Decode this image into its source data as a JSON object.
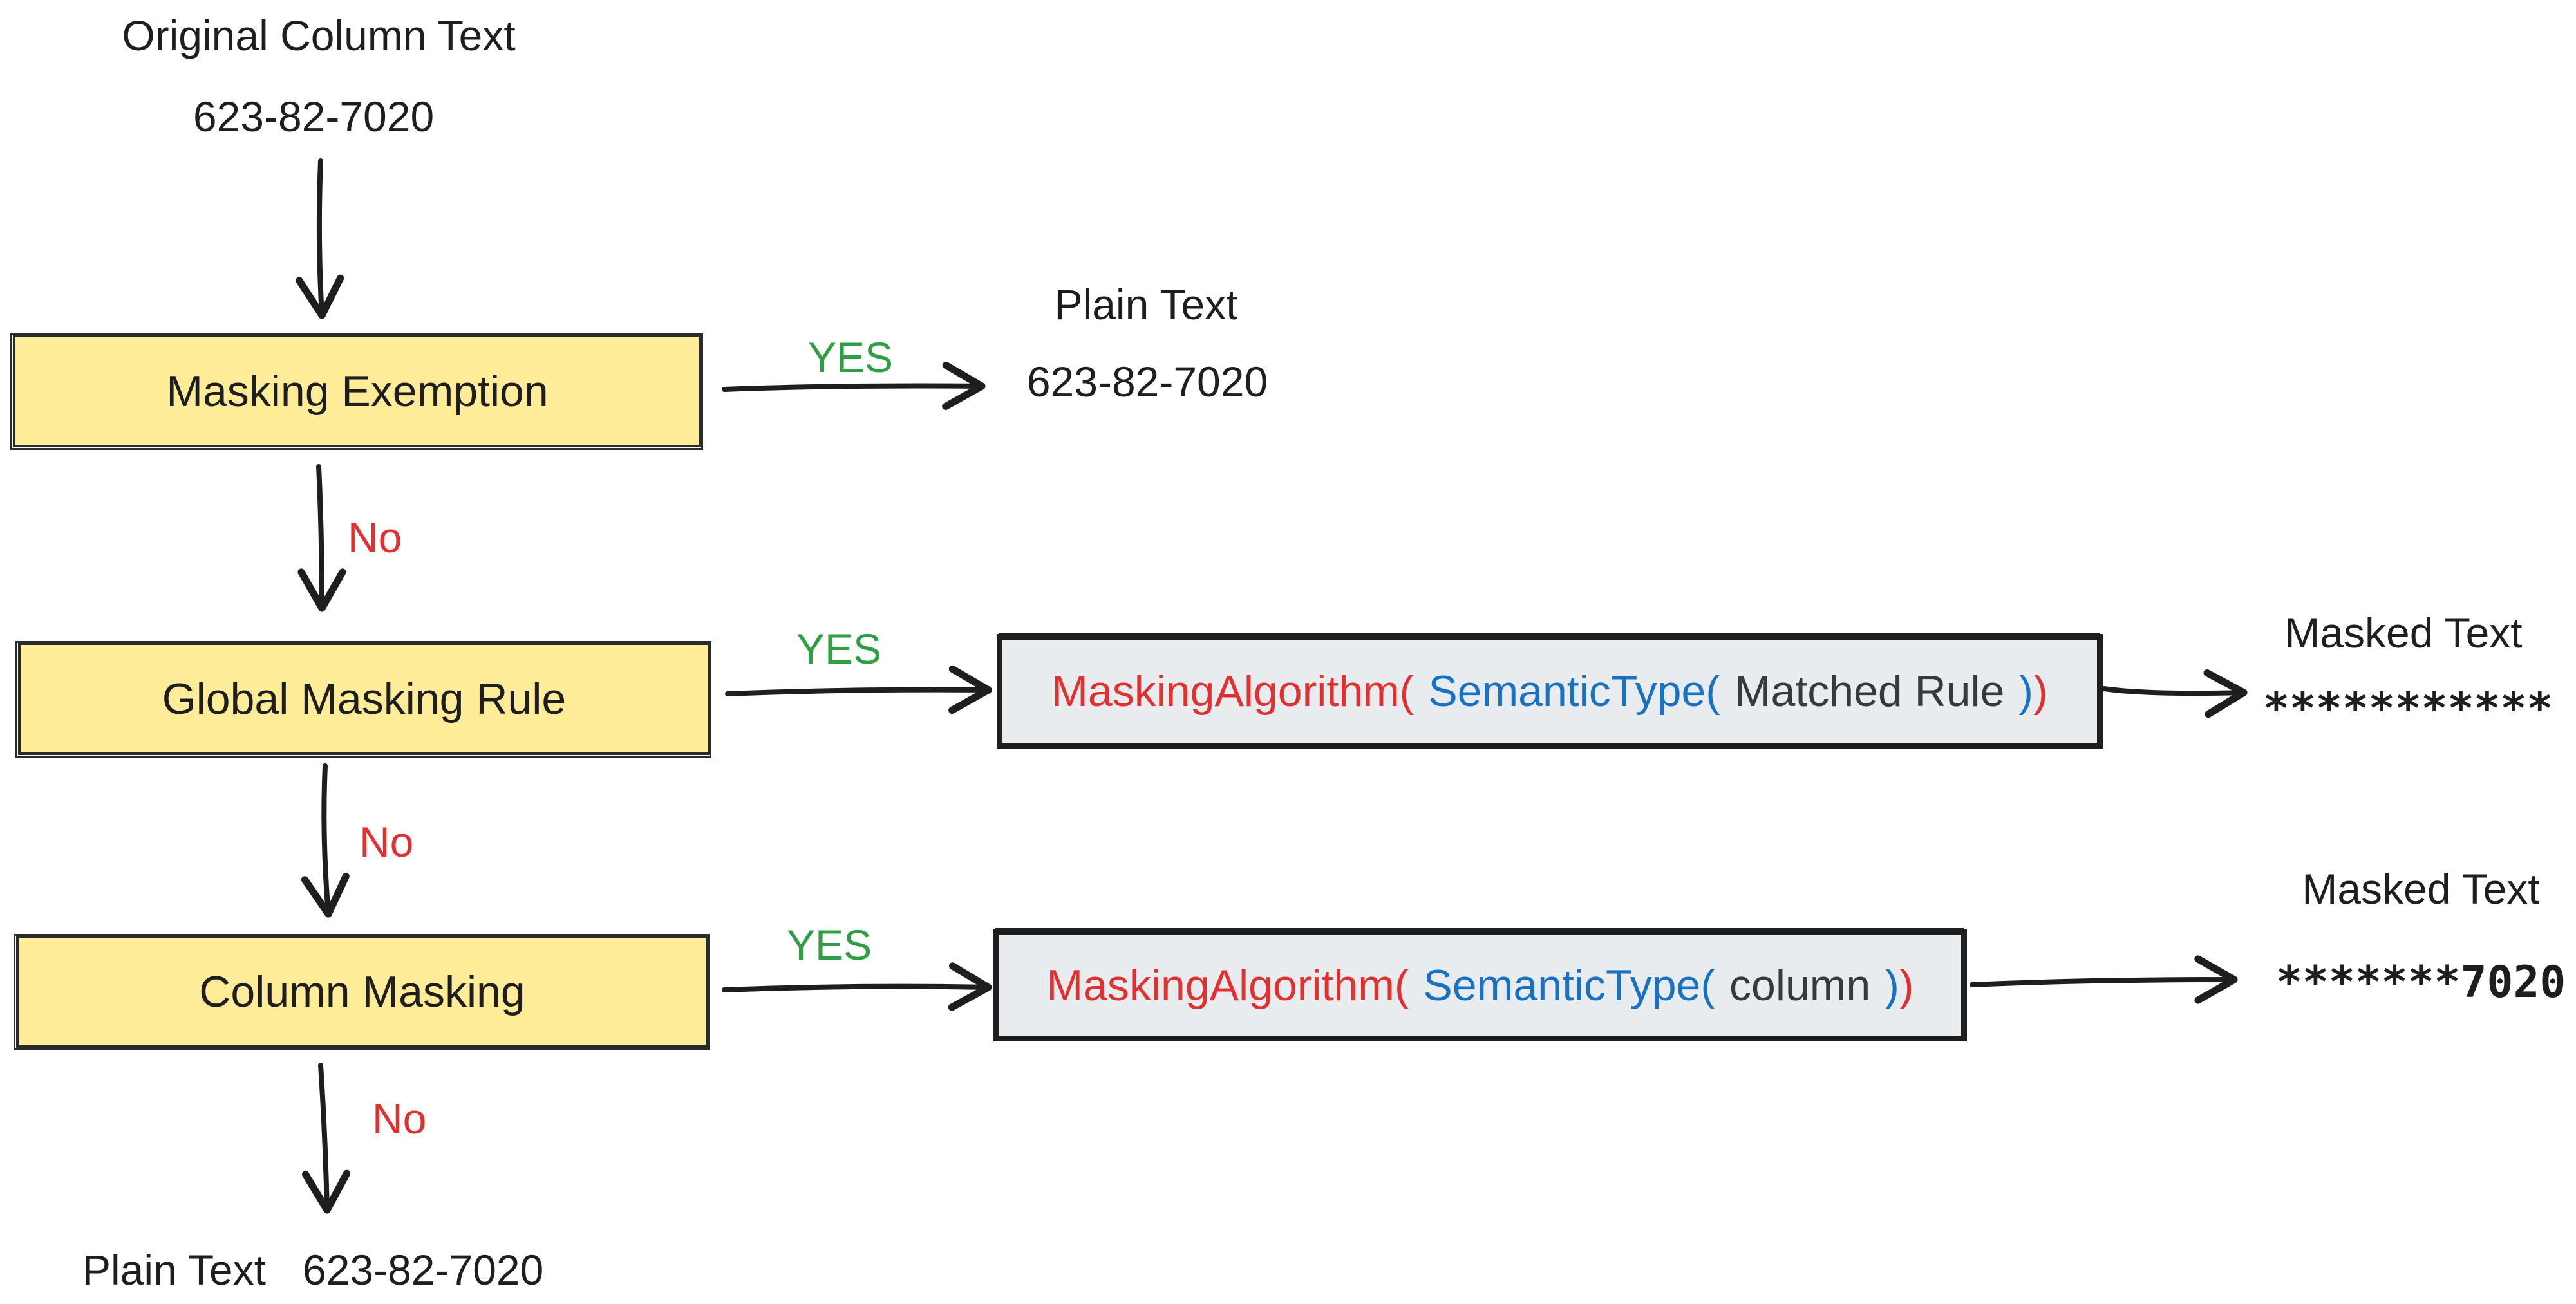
{
  "top": {
    "title": "Original Column Text",
    "value": "623-82-7020"
  },
  "exemption": {
    "label": "Masking Exemption",
    "yes": "YES",
    "no": "No",
    "result_title": "Plain Text",
    "result_value": "623-82-7020"
  },
  "global_rule": {
    "label": "Global Masking Rule",
    "yes": "YES",
    "no": "No",
    "algo_fn": "MaskingAlgorithm(",
    "algo_type": "SemanticType(",
    "algo_arg": "Matched Rule",
    "algo_type_close": ")",
    "algo_fn_close": ")",
    "result_title": "Masked Text",
    "result_value": "***********"
  },
  "column_masking": {
    "label": "Column Masking",
    "yes": "YES",
    "no": "No",
    "algo_fn": "MaskingAlgorithm(",
    "algo_type": "SemanticType(",
    "algo_arg": "column",
    "algo_type_close": ")",
    "algo_fn_close": ")",
    "result_title": "Masked Text",
    "result_value": "*******7020"
  },
  "bottom": {
    "title": "Plain Text",
    "value": "623-82-7020"
  },
  "colors": {
    "yes": "#2f9e44",
    "no": "#e03131",
    "decision_fill": "#ffec99",
    "algo_fill": "#e9ecef",
    "function_red": "#e03131",
    "type_blue": "#1971c2"
  }
}
